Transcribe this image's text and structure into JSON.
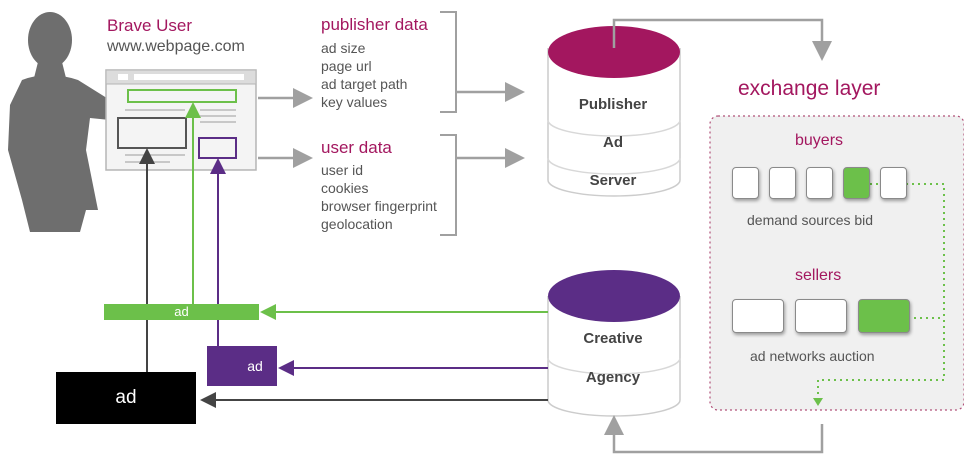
{
  "user": {
    "title": "Brave User",
    "site": "www.webpage.com"
  },
  "publisher_data": {
    "title": "publisher data",
    "items": [
      "ad size",
      "page url",
      "ad target path",
      "key values"
    ]
  },
  "user_data": {
    "title": "user data",
    "items": [
      "user id",
      "cookies",
      "browser fingerprint",
      "geolocation"
    ]
  },
  "publisher_server": {
    "lines": [
      "Publisher",
      "Ad",
      "Server"
    ],
    "color": "#a3175f"
  },
  "creative_agency": {
    "lines": [
      "Creative",
      "Agency"
    ],
    "color": "#5b2d86"
  },
  "exchange": {
    "title": "exchange layer",
    "buyers": {
      "title": "buyers",
      "caption": "demand sources bid",
      "box_count": 5,
      "highlighted_index": 3
    },
    "sellers": {
      "title": "sellers",
      "caption": "ad networks auction",
      "box_count": 3,
      "highlighted_index": 2
    }
  },
  "ad_bars": {
    "green": "ad",
    "purple": "ad",
    "black": "ad"
  },
  "colors": {
    "accent_pink": "#a3175f",
    "accent_purple": "#5b2d86",
    "accent_green": "#6cc04a",
    "arrow_grey": "#a0a0a0",
    "dark_grey": "#444444"
  }
}
